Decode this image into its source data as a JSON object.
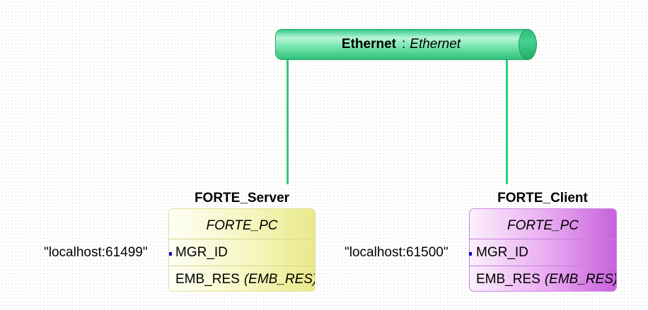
{
  "segment": {
    "name": "Ethernet",
    "separator": ":",
    "type": "Ethernet"
  },
  "devices": [
    {
      "name": "FORTE_Server",
      "type": "FORTE_PC",
      "parameter": {
        "name": "MGR_ID",
        "value": "\"localhost:61499\""
      },
      "resource": {
        "name": "EMB_RES",
        "type": "(EMB_RES)"
      }
    },
    {
      "name": "FORTE_Client",
      "type": "FORTE_PC",
      "parameter": {
        "name": "MGR_ID",
        "value": "\"localhost:61500\""
      },
      "resource": {
        "name": "EMB_RES",
        "type": "(EMB_RES)"
      }
    }
  ],
  "colors": {
    "segment": "#33cc88",
    "connection": "#2ecc7a",
    "server_device": "#e9e98a",
    "client_device": "#c762dd",
    "param_marker": "#0000cc"
  }
}
